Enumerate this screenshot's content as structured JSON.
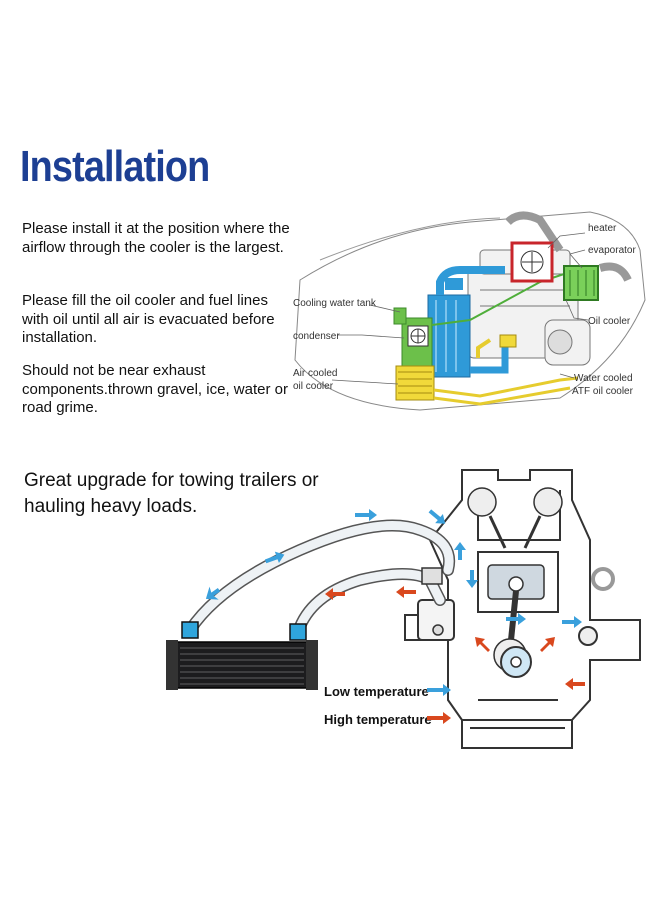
{
  "heading": "Installation",
  "instructions": [
    "Please install it at the position where the airflow through the cooler is the largest.",
    "Please fill the oil cooler and fuel lines with oil until all air is evacuated before installation.",
    "Should not be near exhaust components.thrown gravel, ice, water or road grime."
  ],
  "engine_diagram": {
    "labels": {
      "heater": "heater",
      "evaporator": "evaporator",
      "cooling_water_tank": "Cooling water tank",
      "condenser": "condenser",
      "oil_cooler": "Oil cooler",
      "air_cooled_1": "Air cooled",
      "air_cooled_2": "oil cooler",
      "water_cooled_1": "Water cooled",
      "water_cooled_2": "ATF oil cooler"
    }
  },
  "upgrade_text": "Great upgrade for towing trailers or hauling heavy loads.",
  "legend": {
    "low": "Low temperature",
    "high": "High temperature",
    "low_color": "#3aa0dc",
    "high_color": "#d9481e"
  },
  "colors": {
    "heading": "#1d3f93"
  }
}
